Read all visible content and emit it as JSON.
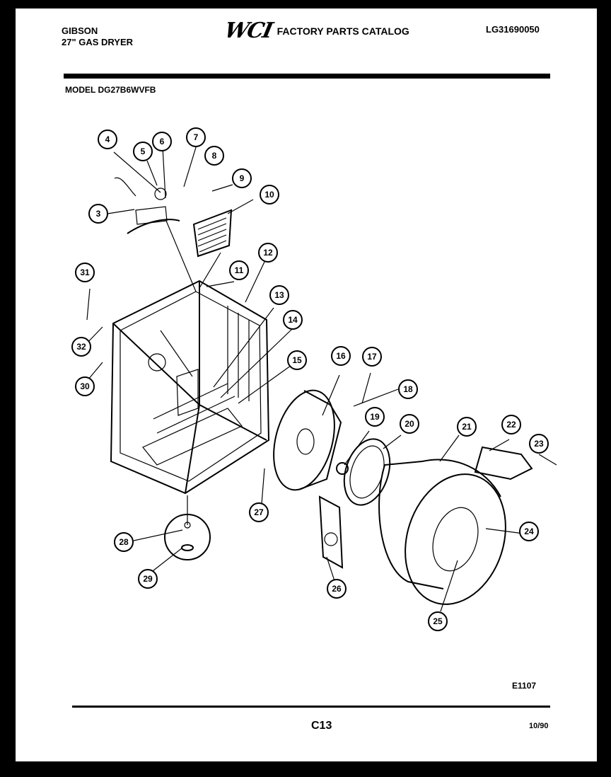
{
  "header": {
    "brand": "GIBSON",
    "product": "27\" GAS DRYER",
    "logo": "WCI",
    "catalog_title": "FACTORY PARTS CATALOG",
    "catalog_ref": "LG31690050",
    "model": "MODEL DG27B6WVFB"
  },
  "footer": {
    "ref_code": "E1107",
    "page": "C13",
    "date": "10/90"
  },
  "callouts": [
    "3",
    "4",
    "5",
    "6",
    "7",
    "8",
    "9",
    "10",
    "11",
    "12",
    "13",
    "14",
    "15",
    "16",
    "17",
    "18",
    "19",
    "20",
    "21",
    "22",
    "23",
    "24",
    "25",
    "26",
    "27",
    "28",
    "29",
    "30",
    "31",
    "32"
  ]
}
